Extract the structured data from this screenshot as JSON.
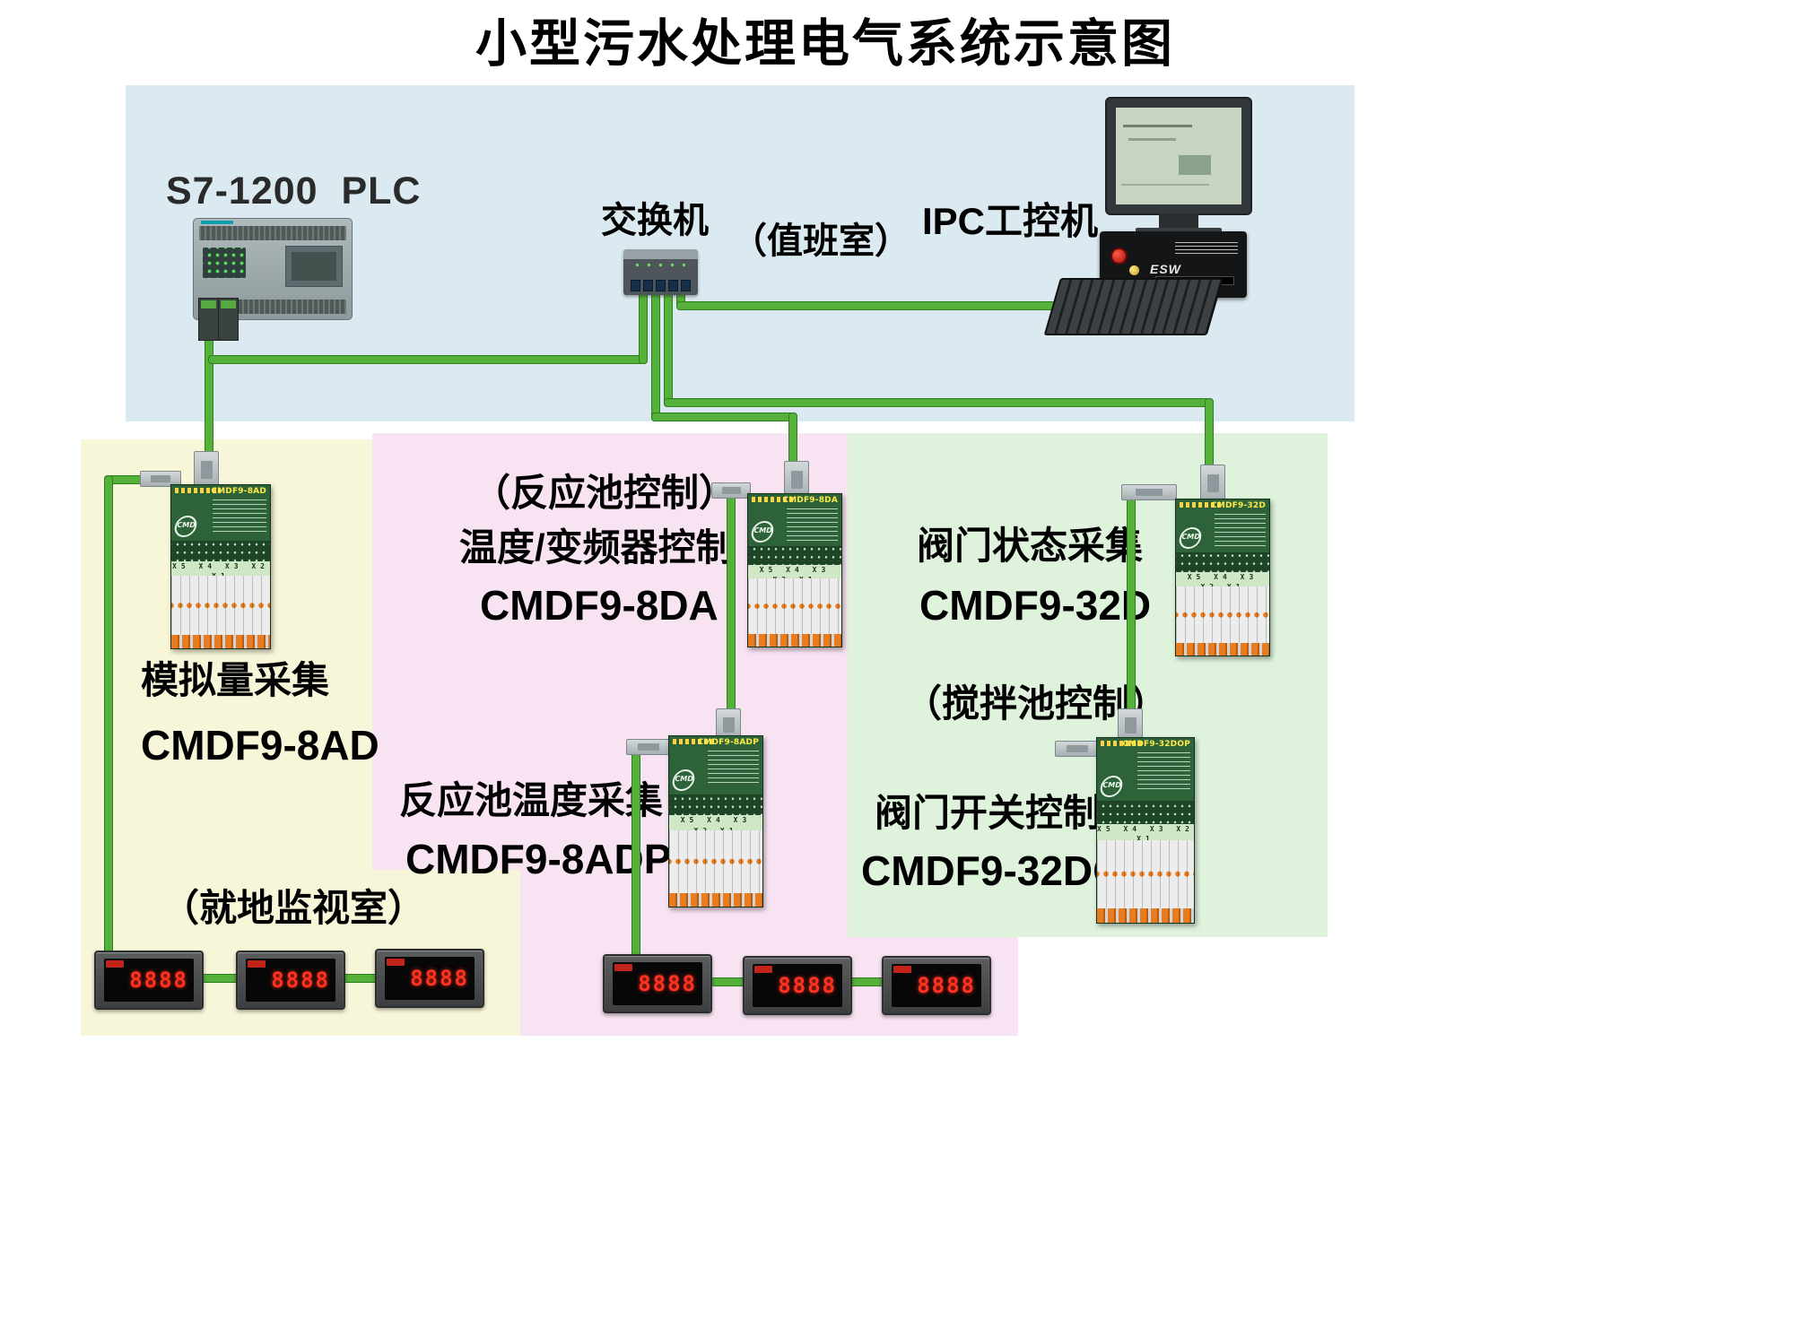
{
  "title": "小型污水处理电气系统示意图",
  "top_section": {
    "plc_label": "S7-1200  PLC",
    "switch_label": "交换机",
    "duty_room_label": "（值班室）",
    "ipc_label": "IPC工控机",
    "ipc_chassis_text": "ESW"
  },
  "left_zone": {
    "function_label": "模拟量采集",
    "model_label": "CMDF9-8AD",
    "room_label": "（就地监视室）"
  },
  "middle_zone": {
    "control_label": "（反应池控制）",
    "function_label_top": "温度/变频器控制",
    "model_label_top": "CMDF9-8DA",
    "function_label_bottom": "反应池温度采集",
    "model_label_bottom": "CMDF9-8ADP"
  },
  "right_zone": {
    "function_label_top": "阀门状态采集",
    "model_label_top": "CMDF9-32D",
    "control_label": "（搅拌池控制）",
    "function_label_bottom": "阀门开关控制",
    "model_label_bottom": "CMDF9-32DOP"
  },
  "devices": {
    "modules": [
      {
        "model": "CMDF9-8AD",
        "logo": "CMD",
        "ports_row": "X5 X4 X3 X2 X1"
      },
      {
        "model": "CMDF9-8DA",
        "logo": "CMD",
        "ports_row": "X5 X4 X3 X2 X1"
      },
      {
        "model": "CMDF9-8ADP",
        "logo": "CMD",
        "ports_row": "X5 X4 X3 X2 X1"
      },
      {
        "model": "CMDF9-32D",
        "logo": "CMD",
        "ports_row": "X5 X4 X3 X2 X1"
      },
      {
        "model": "CMDF9-32DOP",
        "logo": "CMD",
        "ports_row": "X5 X4 X3 X2 X1"
      }
    ],
    "meter_display": "8888"
  },
  "colors": {
    "cable_green": "#55b13a",
    "zone_blue": "#dbe9f1",
    "zone_yellow": "#f8f6d8",
    "zone_pink": "#f8e3f2",
    "zone_green": "#def2dc"
  }
}
